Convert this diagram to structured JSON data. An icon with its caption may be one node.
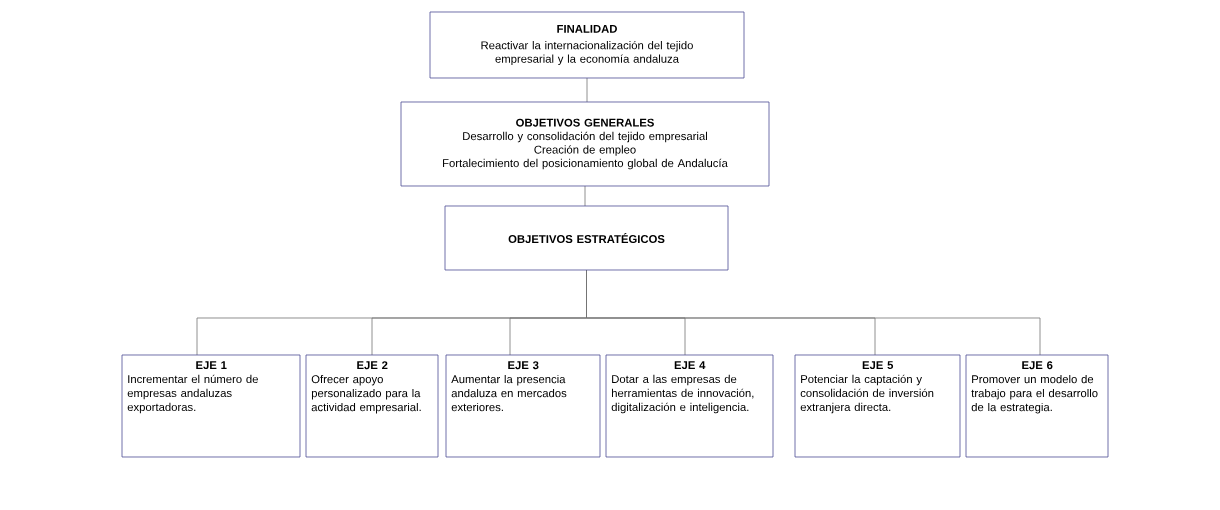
{
  "diagram": {
    "nodes": [
      {
        "text": [
          "FINALIDAD",
          "Reactivar la internacionalización del tejido empresarial y la economía andaluza"
        ]
      },
      {
        "text": [
          "OBJETIVOS GENERALES",
          "Desarrollo y consolidación del tejido empresarial",
          "Creación de empleo",
          "Fortalecimiento del posicionamiento global de Andalucía"
        ]
      },
      {
        "text": [
          "OBJETIVOS ESTRATÉGICOS"
        ]
      },
      {
        "text": [
          "EJE 1",
          "Incrementar el número de empresas andaluzas exportadoras."
        ]
      },
      {
        "text": [
          "EJE 2",
          "Ofrecer apoyo personalizado para la actividad empresarial."
        ]
      },
      {
        "text": [
          "EJE 3",
          "Aumentar la presencia andaluza en mercados exteriores."
        ]
      },
      {
        "text": [
          "EJE 4",
          "Dotar a las empresas de herramientas de innovación, digitalización e inteligencia."
        ]
      },
      {
        "text": [
          "EJE 5",
          "Potenciar la captación y consolidación de inversión extranjera directa."
        ]
      },
      {
        "text": [
          "EJE 6",
          "Promover un modelo de trabajo para el desarrollo de la estrategia."
        ]
      }
    ],
    "edges": [
      {
        "from": 0,
        "to": 1,
        "arrow": "none"
      },
      {
        "from": 1,
        "to": 2,
        "arrow": "none"
      },
      {
        "from": 2,
        "to": 3,
        "arrow": "none"
      },
      {
        "from": 2,
        "to": 4,
        "arrow": "none"
      },
      {
        "from": 2,
        "to": 5,
        "arrow": "none"
      },
      {
        "from": 2,
        "to": 6,
        "arrow": "none"
      },
      {
        "from": 2,
        "to": 7,
        "arrow": "none"
      },
      {
        "from": 2,
        "to": 8,
        "arrow": "none"
      }
    ]
  }
}
